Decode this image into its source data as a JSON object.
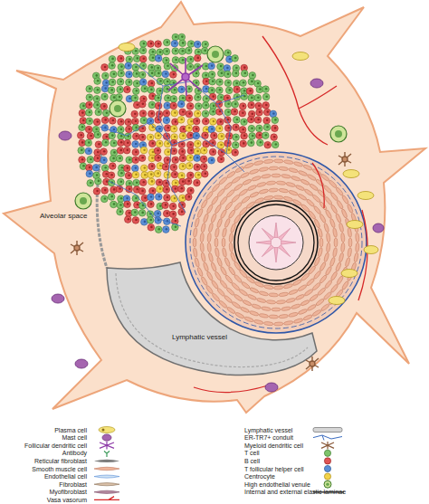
{
  "diagram": {
    "labels": [
      "Alveolar space",
      "Lymphatic vessel"
    ],
    "legend": [
      {
        "text": "Plasma cell"
      },
      {
        "text": "Mast cell"
      },
      {
        "text": "Follicular dendritic cell"
      },
      {
        "text": "Antibody"
      },
      {
        "text": "Reticular fibroblast"
      },
      {
        "text": "Smooth muscle cell"
      },
      {
        "text": "Endothelial cell"
      },
      {
        "text": "Fibroblast"
      },
      {
        "text": "Myofibroblast"
      },
      {
        "text": "Vasa vasorum"
      },
      {
        "text": "Lymphatic vessel"
      },
      {
        "text": "ER-TR7+ conduit"
      },
      {
        "text": "Myeloid dendritic cell"
      },
      {
        "text": "T cell"
      },
      {
        "text": "B cell"
      },
      {
        "text": "T follicular helper cell"
      },
      {
        "text": "Centrocyte"
      },
      {
        "text": "High endothelial venule"
      },
      {
        "text": "Internal and external elastic laminae"
      }
    ]
  }
}
